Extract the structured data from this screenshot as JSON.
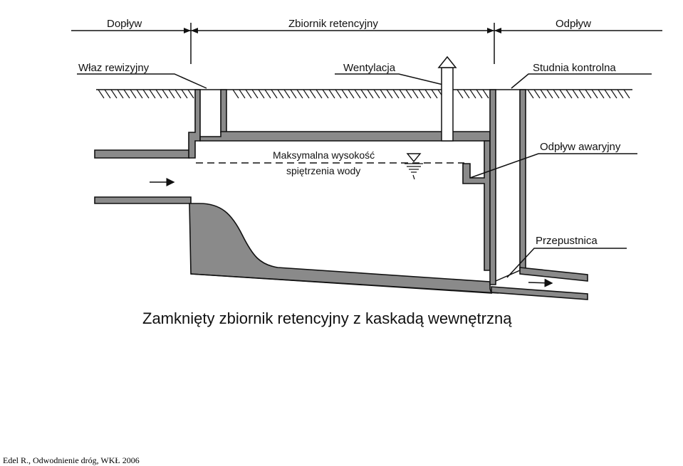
{
  "diagram": {
    "labels": {
      "inflow": "Dopływ",
      "tank": "Zbiornik retencyjny",
      "outflow": "Odpływ",
      "manhole": "Właz rewizyjny",
      "ventilation": "Wentylacja",
      "control_well": "Studnia kontrolna",
      "emergency_outflow": "Odpływ awaryjny",
      "max_level_line1": "Maksymalna wysokość",
      "max_level_line2": "spiętrzenia wody",
      "throttle": "Przepustnica"
    },
    "caption": "Zamknięty zbiornik retencyjny z kaskadą wewnętrzną"
  },
  "source": "Edel R., Odwodnienie dróg, WKŁ 2006"
}
